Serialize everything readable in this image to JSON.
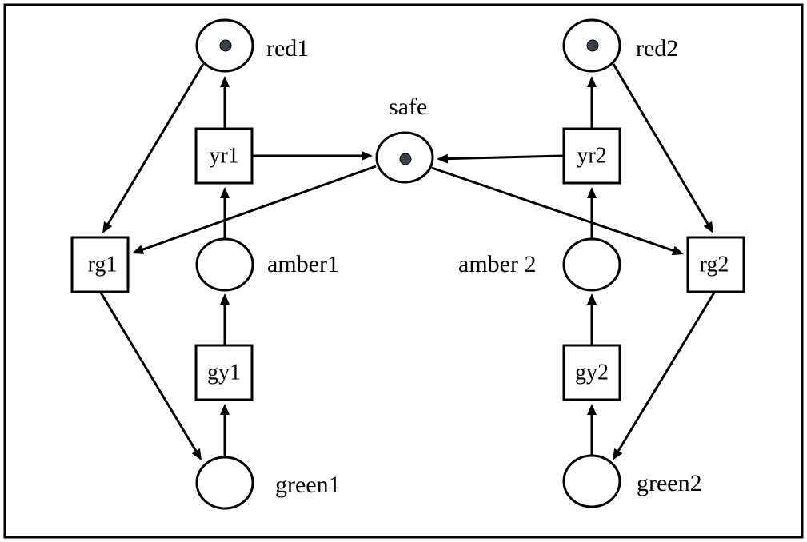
{
  "places": [
    {
      "id": "red1",
      "label": "red1",
      "tokens": 1
    },
    {
      "id": "red2",
      "label": "red2",
      "tokens": 1
    },
    {
      "id": "safe",
      "label": "safe",
      "tokens": 1
    },
    {
      "id": "amber1",
      "label": "amber1",
      "tokens": 0
    },
    {
      "id": "amber2",
      "label": "amber 2",
      "tokens": 0
    },
    {
      "id": "green1",
      "label": "green1",
      "tokens": 0
    },
    {
      "id": "green2",
      "label": "green2",
      "tokens": 0
    }
  ],
  "transitions": [
    {
      "id": "yr1",
      "label": "yr1"
    },
    {
      "id": "yr2",
      "label": "yr2"
    },
    {
      "id": "rg1",
      "label": "rg1"
    },
    {
      "id": "rg2",
      "label": "rg2"
    },
    {
      "id": "gy1",
      "label": "gy1"
    },
    {
      "id": "gy2",
      "label": "gy2"
    }
  ],
  "arcs": [
    {
      "from": "red1",
      "to": "rg1"
    },
    {
      "from": "yr1",
      "to": "red1"
    },
    {
      "from": "yr1",
      "to": "safe"
    },
    {
      "from": "yr2",
      "to": "red2"
    },
    {
      "from": "yr2",
      "to": "safe"
    },
    {
      "from": "red2",
      "to": "rg2"
    },
    {
      "from": "safe",
      "to": "rg1"
    },
    {
      "from": "safe",
      "to": "rg2"
    },
    {
      "from": "amber1",
      "to": "yr1"
    },
    {
      "from": "amber2",
      "to": "yr2"
    },
    {
      "from": "gy1",
      "to": "amber1"
    },
    {
      "from": "gy2",
      "to": "amber2"
    },
    {
      "from": "green1",
      "to": "gy1"
    },
    {
      "from": "green2",
      "to": "gy2"
    },
    {
      "from": "rg1",
      "to": "green1"
    },
    {
      "from": "rg2",
      "to": "green2"
    }
  ]
}
